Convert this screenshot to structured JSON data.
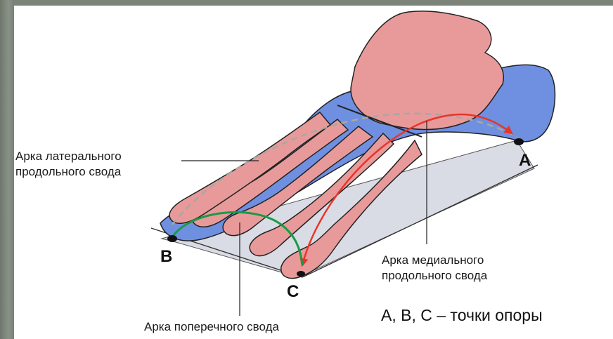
{
  "labels": {
    "lateral_arch_line1": "Арка латерального",
    "lateral_arch_line2": "продольного свода",
    "medial_arch_line1": "Арка медиального",
    "medial_arch_line2": "продольного свода",
    "transverse_arch": "Арка поперечного свода"
  },
  "points": {
    "a": "A",
    "b": "B",
    "c": "C"
  },
  "note": "A, B, C – точки опоры",
  "colors": {
    "bone_pink": "#e89a9a",
    "bone_blue": "#6f8fe0",
    "medial_arrow": "#e8352b",
    "transverse_arch": "#1a9a45",
    "lateral_arch_dash": "#a8a8a0",
    "ground_plane": "#d9dce4"
  }
}
